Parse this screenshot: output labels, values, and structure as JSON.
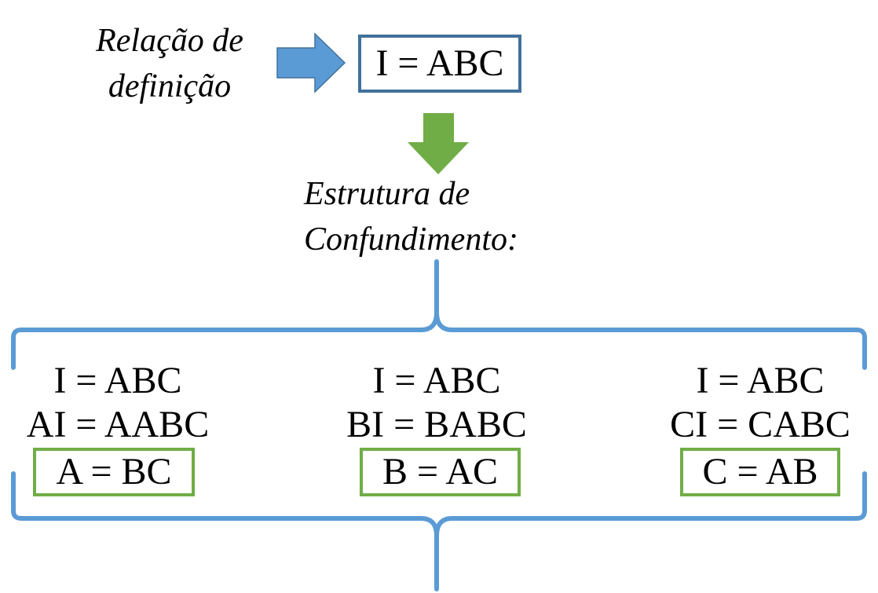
{
  "defining_relation": {
    "label_lines": [
      "Relação de",
      "definição"
    ],
    "expression": "I = ABC"
  },
  "confounding_structure": {
    "label_lines": [
      "Estrutura de",
      "Confundimento:"
    ]
  },
  "columns": [
    {
      "lines": [
        "I = ABC",
        "AI = AABC"
      ],
      "result": "A = BC"
    },
    {
      "lines": [
        "I = ABC",
        "BI = BABC"
      ],
      "result": "B = AC"
    },
    {
      "lines": [
        "I = ABC",
        "CI = CABC"
      ],
      "result": "C = AB"
    }
  ],
  "colors": {
    "defining_box_border": "#41719c",
    "arrow_right_fill": "#5b9bd5",
    "arrow_down_fill": "#70ad47",
    "result_box_border": "#70ad47",
    "brace_stroke": "#5b9bd5"
  },
  "icons": {
    "right_arrow": "right-arrow-icon",
    "down_arrow": "down-arrow-icon"
  }
}
